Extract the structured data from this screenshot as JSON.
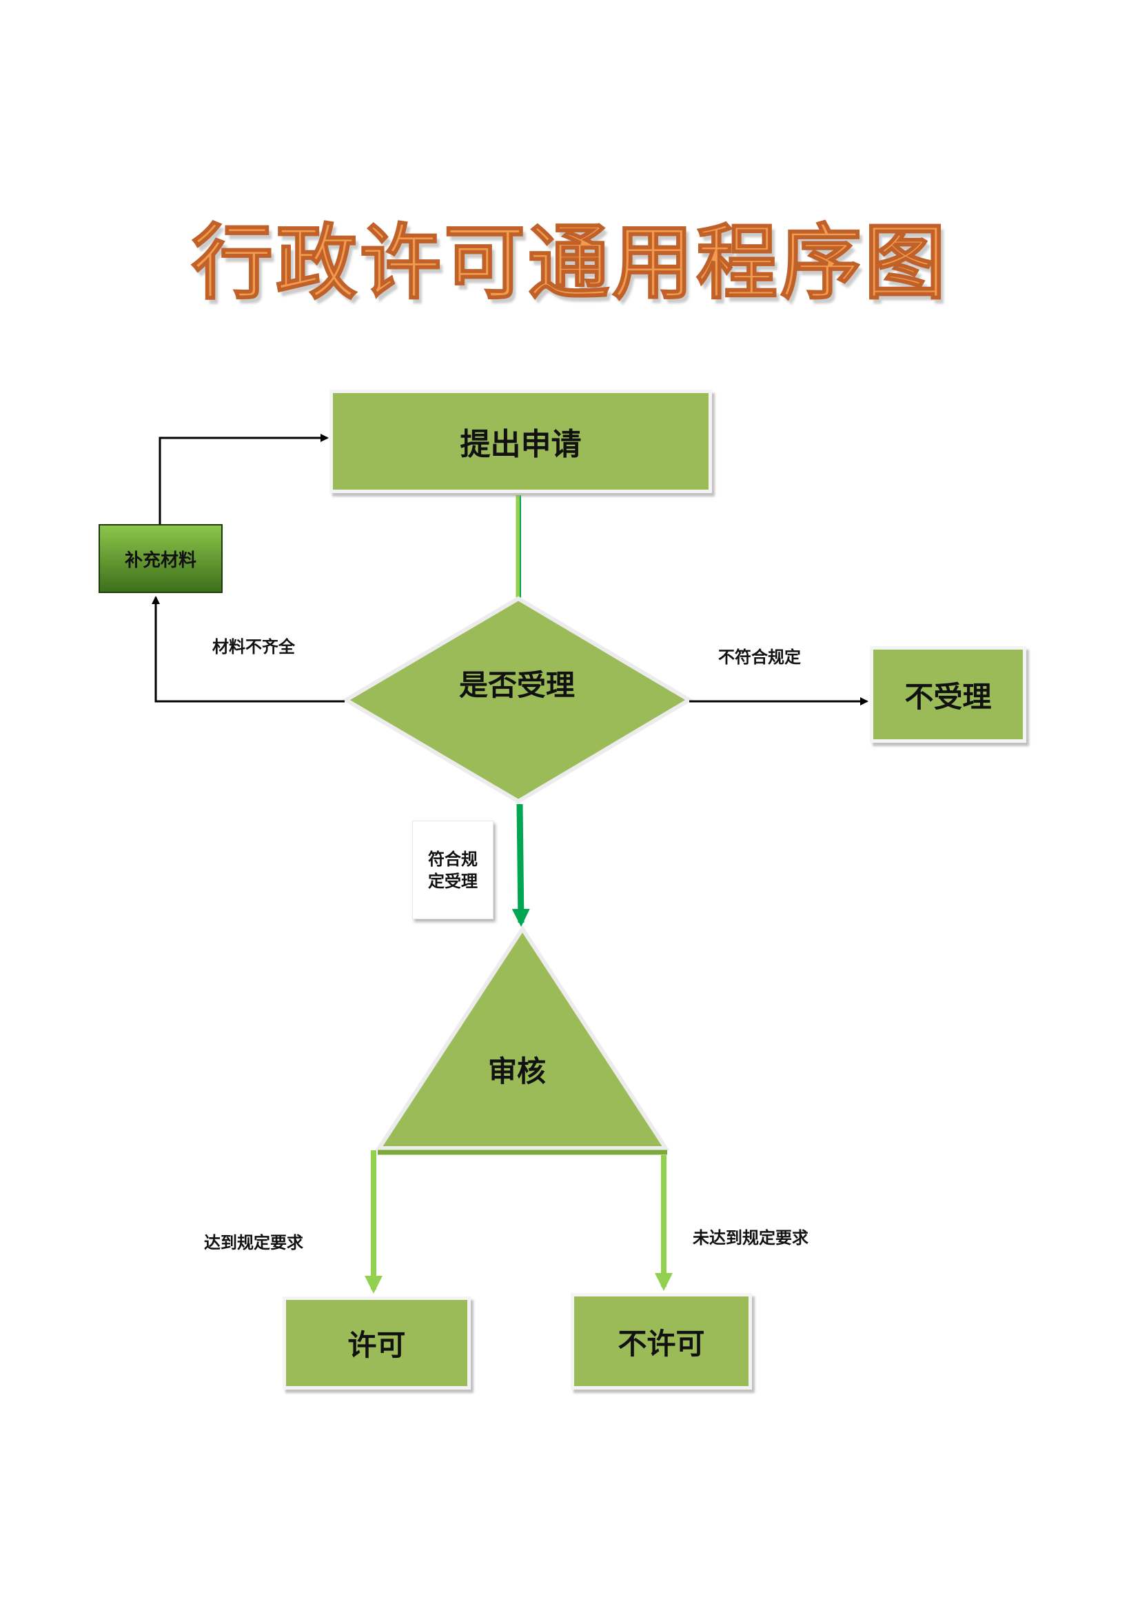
{
  "title": "行政许可通用程序图",
  "nodes": {
    "submit": "提出申请",
    "supplement": "补充材料",
    "decision": "是否受理",
    "reject": "不受理",
    "note": "符合规定受理",
    "review": "审核",
    "permit": "许可",
    "deny": "不许可"
  },
  "edge_labels": {
    "incomplete": "材料不齐全",
    "noncompliant": "不符合规定",
    "meet": "达到规定要求",
    "not_meet": "未达到规定要求"
  },
  "colors": {
    "node_fill": "#9bbb59",
    "arrow_green": "#92d050",
    "arrow_dark_green": "#00a651",
    "title_orange": "#f39a4c",
    "line_black": "#000000"
  }
}
